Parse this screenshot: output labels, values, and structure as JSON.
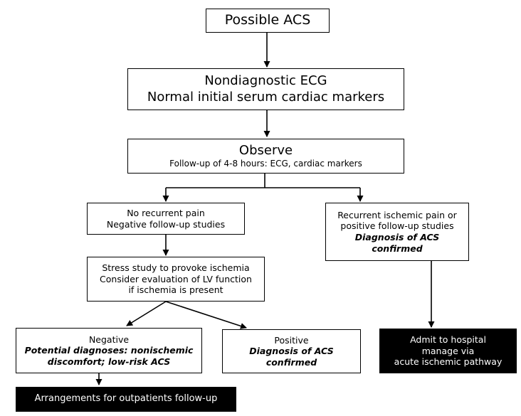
{
  "nodes": {
    "possible_acs": [
      "Possible ACS"
    ],
    "ecg_markers": [
      "Nondiagnostic ECG",
      "Normal initial serum cardiac markers"
    ],
    "observe": {
      "title": "Observe",
      "detail": "Follow-up of 4-8 hours: ECG, cardiac markers"
    },
    "no_pain": [
      "No recurrent pain",
      "Negative follow-up studies"
    ],
    "recurrent_pain": {
      "lines": [
        "Recurrent ischemic pain or",
        "positive follow-up studies"
      ],
      "emphasis": [
        "Diagnosis of ACS",
        "confirmed"
      ]
    },
    "stress_study": [
      "Stress study to provoke ischemia",
      "Consider evaluation of LV function",
      "if ischemia is present"
    ],
    "negative": {
      "title": "Negative",
      "emphasis": [
        "Potential diagnoses: nonischemic",
        "discomfort; low-risk ACS"
      ]
    },
    "positive": {
      "title": "Positive",
      "emphasis": [
        "Diagnosis of ACS",
        "confirmed"
      ]
    },
    "admit": [
      "Admit to hospital",
      "manage via",
      "acute ischemic pathway"
    ],
    "outpatient": [
      "Arrangements for outpatients follow-up"
    ]
  }
}
